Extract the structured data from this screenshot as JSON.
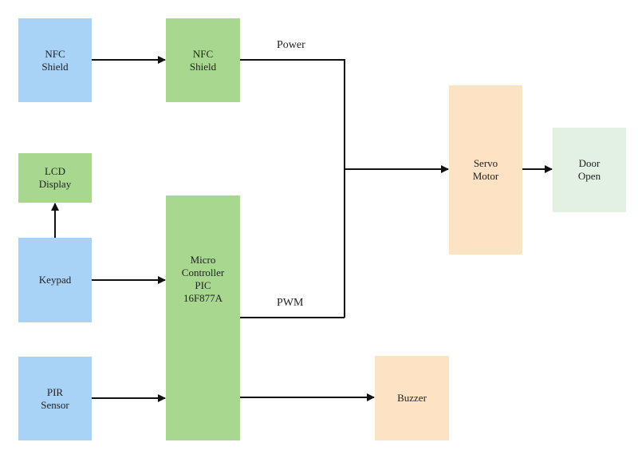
{
  "nodes": {
    "nfc_source": {
      "label": "NFC\nShield",
      "color": "#a8d3f7"
    },
    "nfc_shield": {
      "label": "NFC\nShield",
      "color": "#a8d88f"
    },
    "lcd": {
      "label": "LCD\nDisplay",
      "color": "#a8d88f"
    },
    "keypad": {
      "label": "Keypad",
      "color": "#a8d3f7"
    },
    "pir": {
      "label": "PIR\nSensor",
      "color": "#a8d3f7"
    },
    "mcu": {
      "label": "Micro\nController\nPIC\n16F877A",
      "color": "#a8d88f"
    },
    "servo": {
      "label": "Servo\nMotor",
      "color": "#fde2c4"
    },
    "door": {
      "label": "Door\nOpen",
      "color": "#e2f1e2"
    },
    "buzzer": {
      "label": "Buzzer",
      "color": "#fde2c4"
    }
  },
  "edge_labels": {
    "power": "Power",
    "pwm": "PWM"
  },
  "edges": [
    {
      "from": "nfc_source",
      "to": "nfc_shield"
    },
    {
      "from": "keypad",
      "to": "lcd"
    },
    {
      "from": "keypad",
      "to": "mcu"
    },
    {
      "from": "pir",
      "to": "mcu"
    },
    {
      "from": "nfc_shield",
      "to": "servo",
      "label": "Power"
    },
    {
      "from": "mcu",
      "to": "servo",
      "label": "PWM"
    },
    {
      "from": "servo",
      "to": "door"
    },
    {
      "from": "mcu",
      "to": "buzzer"
    }
  ]
}
